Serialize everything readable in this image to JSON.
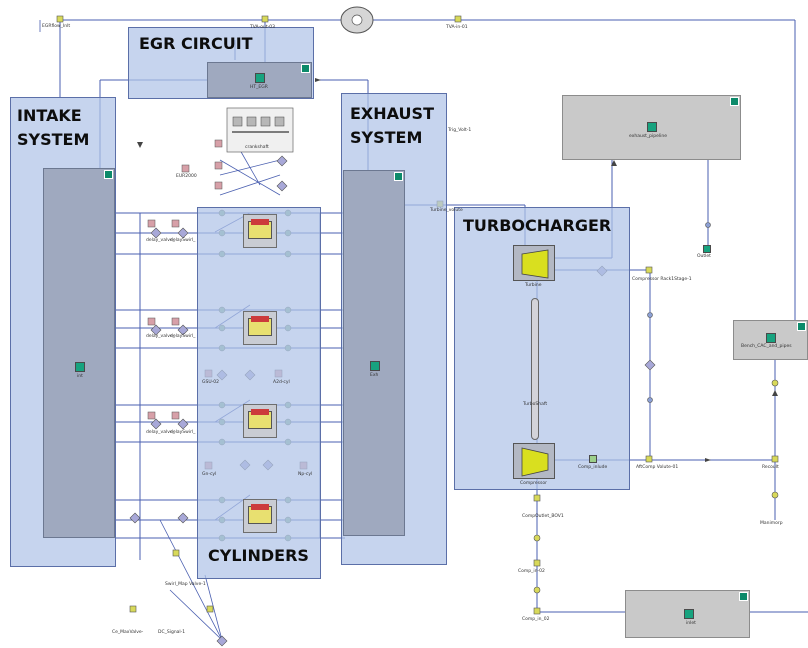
{
  "regions": {
    "egr_circuit": "EGR CIRCUIT",
    "intake_system_line1": "INTAKE",
    "intake_system_line2": "SYSTEM",
    "exhaust_system_line1": "EXHAUST",
    "exhaust_system_line2": "SYSTEM",
    "turbocharger": "TURBOCHARGER",
    "cylinders": "CYLINDERS"
  },
  "blocks": {
    "egr": "HT_EGR",
    "intake": "int",
    "exhaust": "Exh",
    "exhaust_pipeline": "exhaust_pipeline",
    "bench": "Bench_CAC_and_pipes",
    "inlet": "inlet",
    "turbo_shaft": "TurboShaft",
    "turbine": "Turbine",
    "compressor": "Compressor"
  },
  "labels": {
    "egrflow": "EGRflow_Inlt",
    "tva_out": "TVA-out-03",
    "tva_in": "TVA-in-01",
    "trig": "Trig_Volt-1",
    "turbine_volute": "Turbine_volute",
    "outlet": "Outlet",
    "compressor_rack": "Compressor Rack1Stage-1",
    "comp_inlet": "Comp_inlude",
    "aftcomp": "AftComp Volute-01",
    "recoult": "Recoult",
    "manimorp": "Manimorp",
    "comp_outl": "CompOutlet_BOV1",
    "comp_in_02": "Comp_in-02",
    "comp_in_02b": "Comp_in_02",
    "swirl_map": "Swirl_Map Valve-1",
    "ce_maxvalve": "Ce_MaxValve-",
    "dc_signal": "DC_Signal-1",
    "crankshaft": "crankshaft",
    "euradii": "EUR2000",
    "valve_label": "delay_valve_",
    "swirl_label": "delaySwirl_",
    "cyl_a": "GSU-02",
    "cyl_b": "A2d-cyl",
    "cyl_c": "Gn-cyl",
    "cyl_d": "Np-cyl"
  }
}
